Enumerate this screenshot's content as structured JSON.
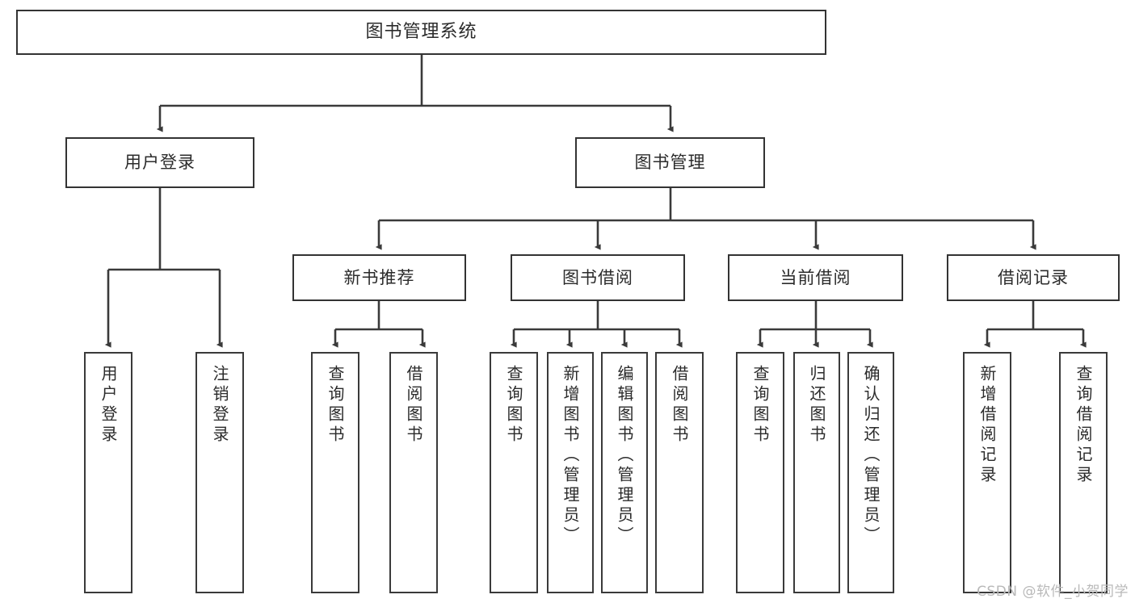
{
  "diagram": {
    "type": "tree",
    "title": "图书管理系统",
    "root": {
      "label": "图书管理系统"
    },
    "level2": [
      {
        "label": "用户登录"
      },
      {
        "label": "图书管理"
      }
    ],
    "level3": [
      {
        "label": "新书推荐"
      },
      {
        "label": "图书借阅"
      },
      {
        "label": "当前借阅"
      },
      {
        "label": "借阅记录"
      }
    ],
    "leaves": {
      "user_login": [
        {
          "label": "用户登录"
        },
        {
          "label": "注销登录"
        }
      ],
      "new_book_recommend": [
        {
          "label": "查询图书"
        },
        {
          "label": "借阅图书"
        }
      ],
      "book_borrow": [
        {
          "label": "查询图书"
        },
        {
          "label": "新增图书（管理员）"
        },
        {
          "label": "编辑图书（管理员）"
        },
        {
          "label": "借阅图书"
        }
      ],
      "current_borrow": [
        {
          "label": "查询图书"
        },
        {
          "label": "归还图书"
        },
        {
          "label": "确认归还（管理员）"
        }
      ],
      "borrow_record": [
        {
          "label": "新增借阅记录"
        },
        {
          "label": "查询借阅记录"
        }
      ]
    }
  },
  "watermark": {
    "text": "CSDN @软件_小贺同学"
  },
  "colors": {
    "border": "#333333",
    "text": "#2b2b2b",
    "line": "#3a3a3a",
    "background": "#ffffff",
    "watermark": "#b9b9b9"
  }
}
